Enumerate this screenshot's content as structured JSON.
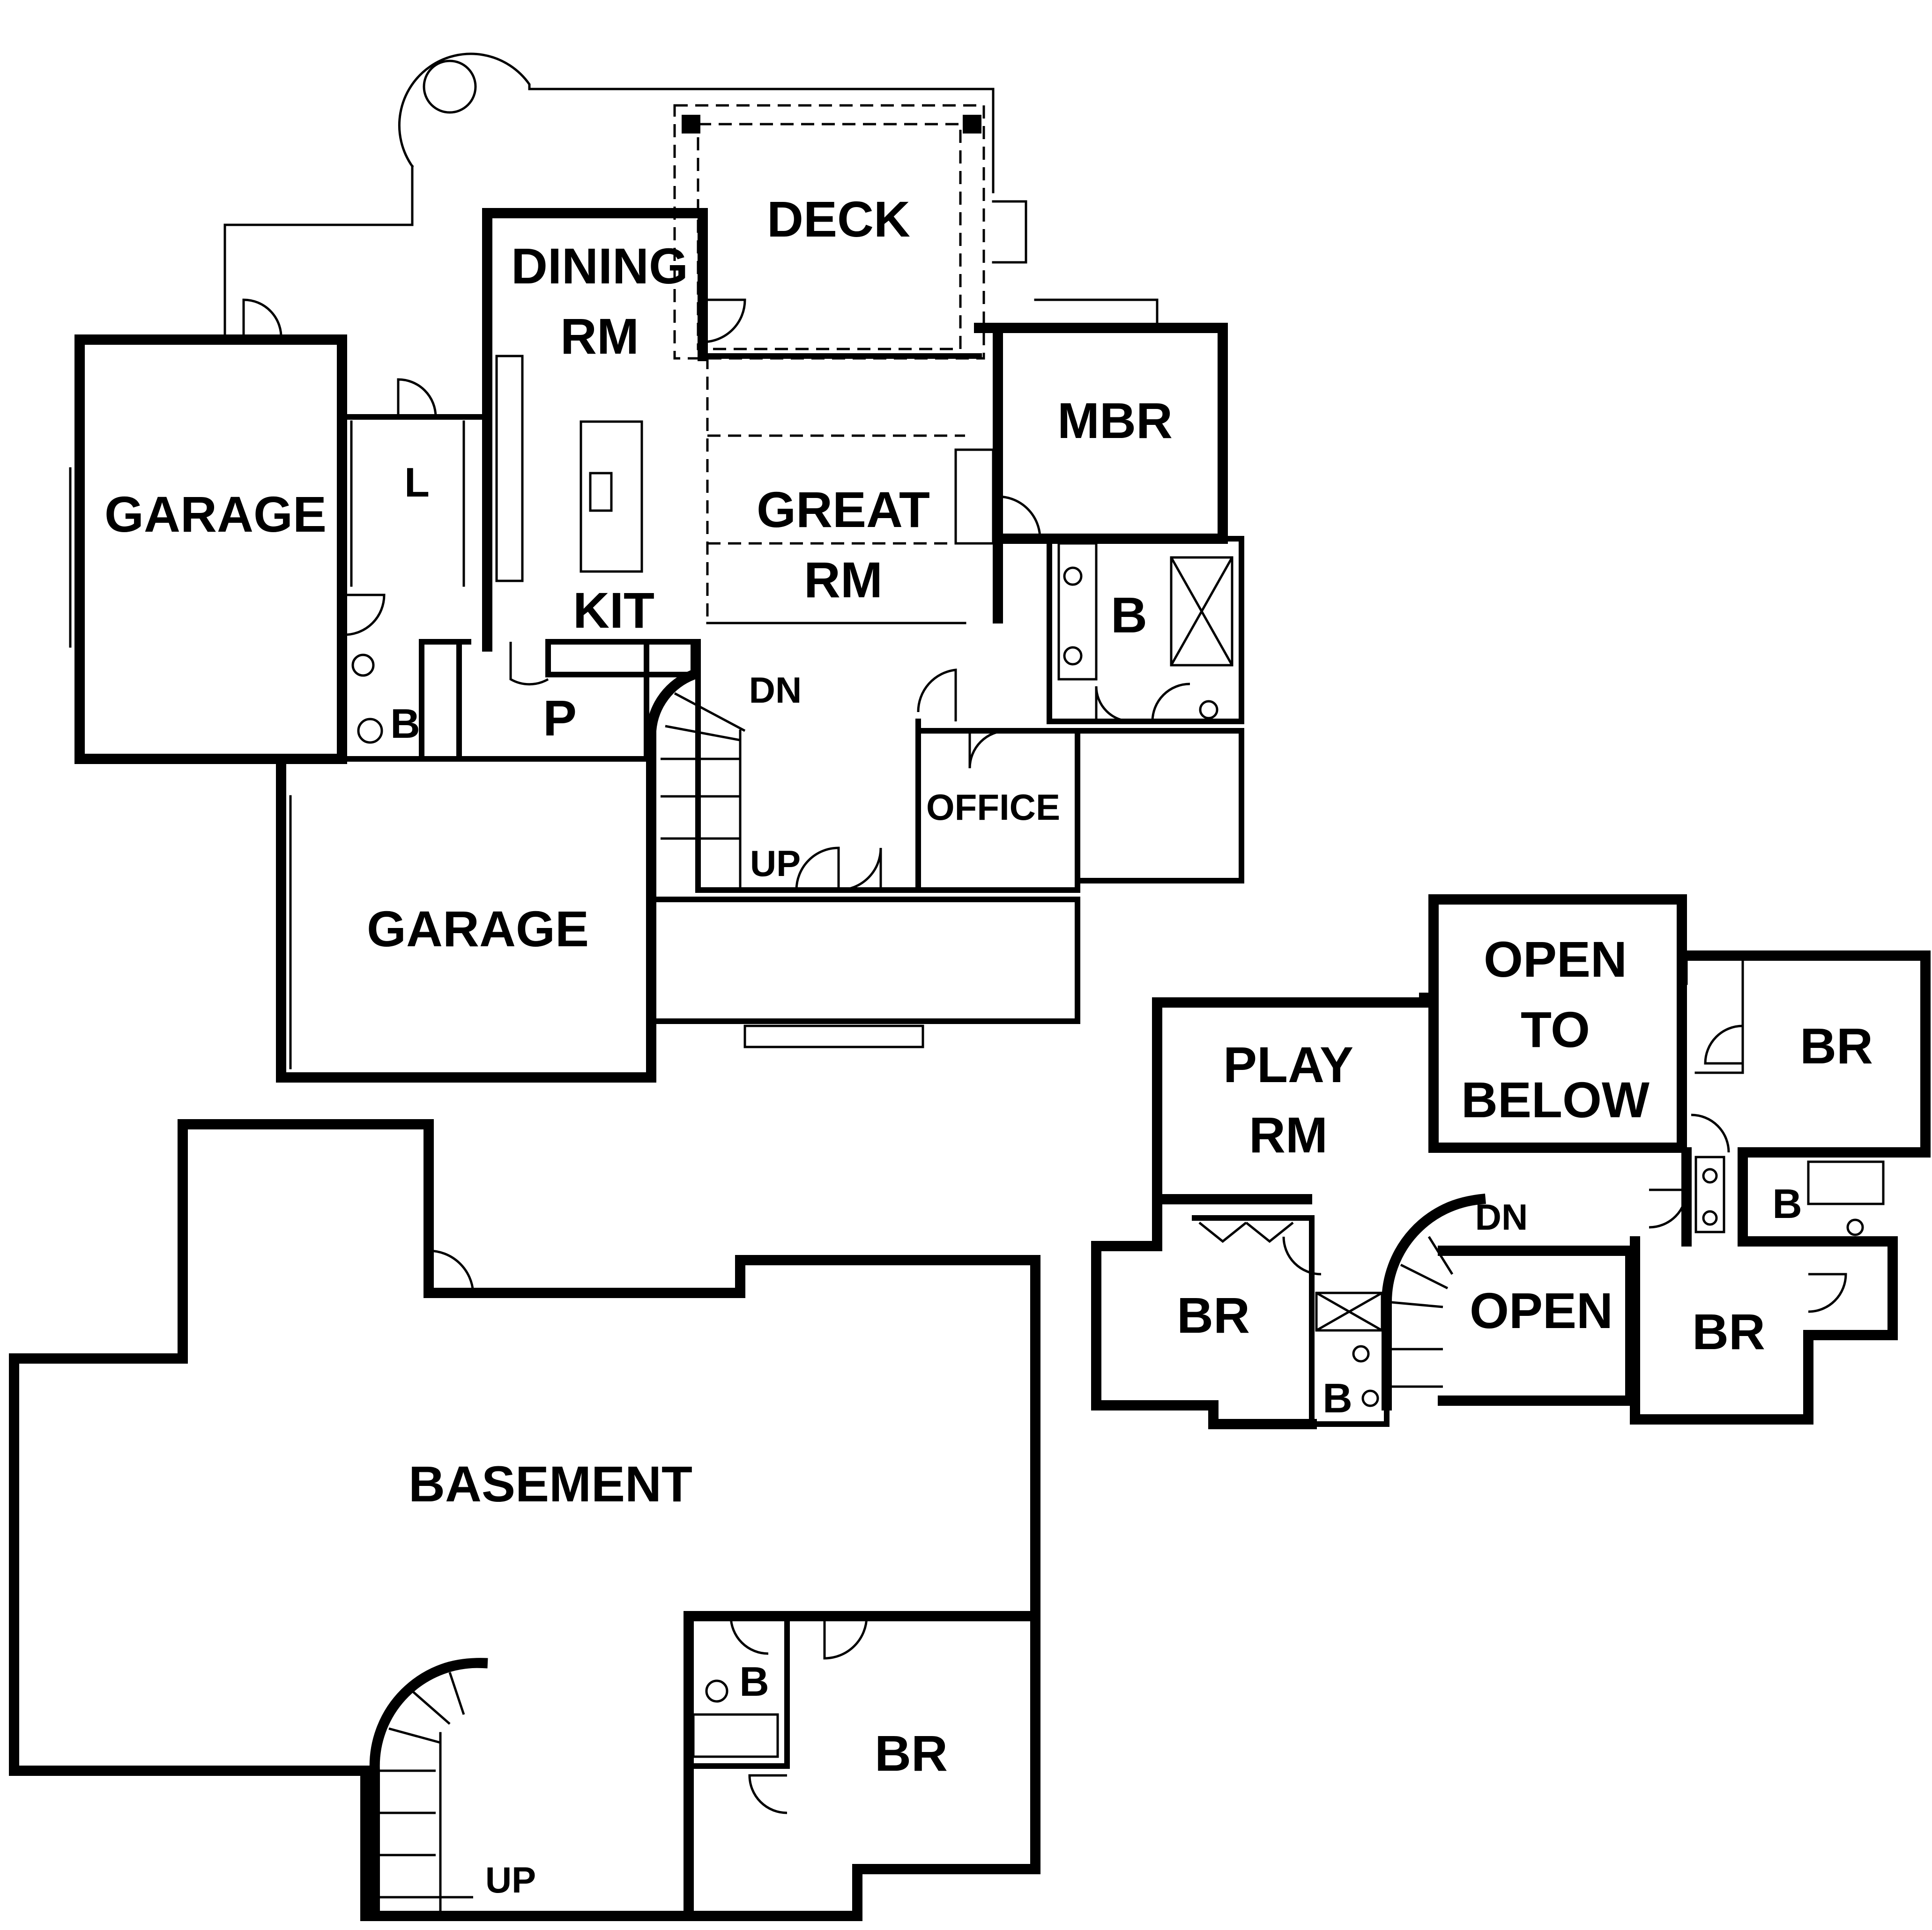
{
  "main_floor": {
    "deck": "DECK",
    "dining": [
      "DINING",
      "RM"
    ],
    "garage_side": "GARAGE",
    "laundry": "L",
    "mbr": "MBR",
    "great": [
      "GREAT",
      "RM"
    ],
    "kit": "KIT",
    "bath_master": "B",
    "bath_half": "B",
    "pantry": "P",
    "stair_dn": "DN",
    "stair_up": "UP",
    "office": "OFFICE",
    "garage_front": "GARAGE"
  },
  "upper_floor": {
    "open_below": [
      "OPEN",
      "TO",
      "BELOW"
    ],
    "play": [
      "PLAY",
      "RM"
    ],
    "br_ne": "BR",
    "bath_e": "B",
    "stair_dn": "DN",
    "br_w": "BR",
    "open": "OPEN",
    "br_se": "BR",
    "bath_c": "B"
  },
  "basement": {
    "basement": "BASEMENT",
    "bath": "B",
    "br": "BR",
    "stair_up": "UP"
  }
}
